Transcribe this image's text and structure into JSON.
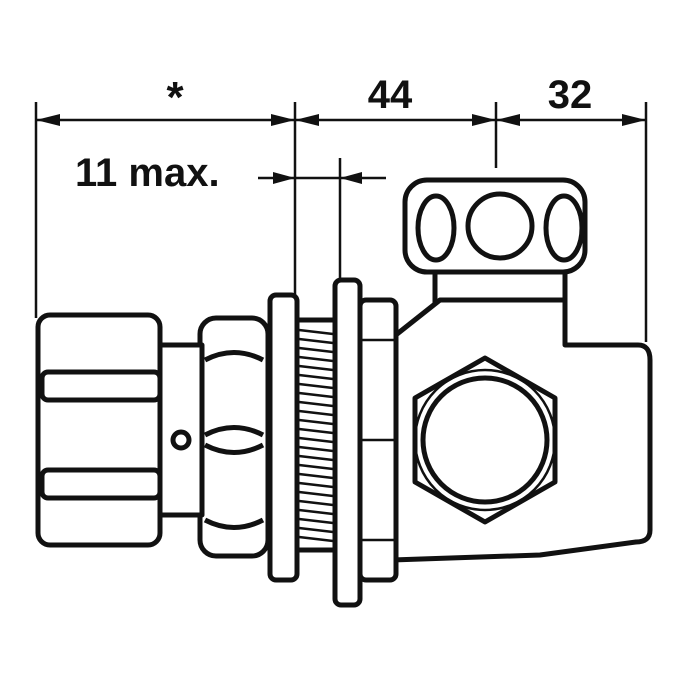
{
  "dimensions": {
    "left_length": "*",
    "middle_length": "44",
    "right_length": "32",
    "wall_thickness": "11 max."
  }
}
